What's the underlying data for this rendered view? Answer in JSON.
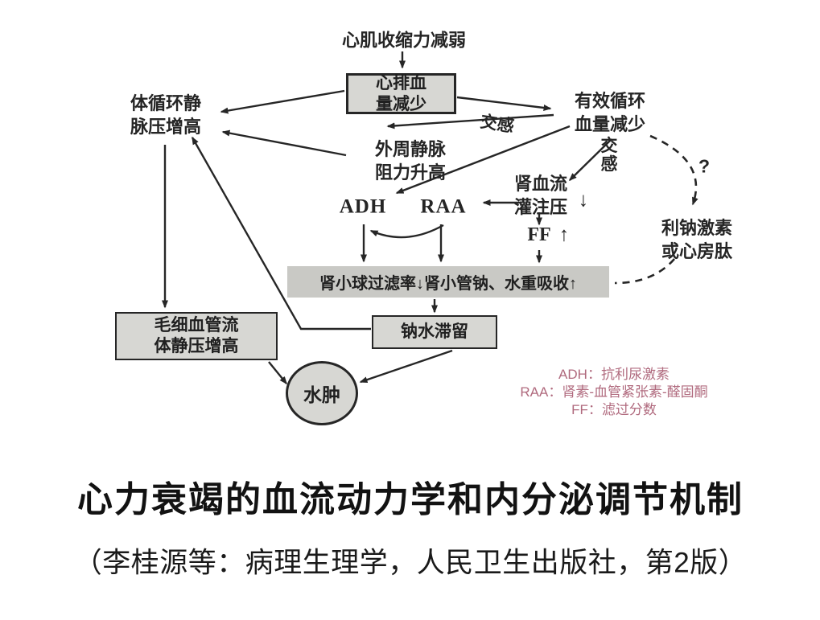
{
  "diagram": {
    "nodes": {
      "myocardial": {
        "text": "心肌收缩力减弱"
      },
      "cardiac_output": {
        "line1": "心排血",
        "line2": "量减少"
      },
      "systemic_venous": {
        "line1": "体循环静",
        "line2": "脉压增高"
      },
      "effective_volume": {
        "line1": "有效循环",
        "line2": "血量减少"
      },
      "peripheral_resistance": {
        "line1": "外周静脉",
        "line2": "阻力升高"
      },
      "renal_flow": {
        "line1": "肾血流",
        "line2": "灌注压",
        "arrow": "↓"
      },
      "adh": {
        "text": "ADH"
      },
      "raa": {
        "text": "RAA"
      },
      "ff": {
        "text": "FF",
        "arrow": "↑"
      },
      "glomerular_bar": {
        "text": "肾小球过滤率↓肾小管钠、水重吸收↑"
      },
      "sodium_water": {
        "text": "钠水滞留"
      },
      "capillary": {
        "line1": "毛细血管流",
        "line2": "体静压增高"
      },
      "edema": {
        "text": "水肿"
      },
      "natriuretic": {
        "line1": "利钠激素",
        "line2": "或心房肽"
      }
    },
    "labels": {
      "sympathetic_upper": "交感",
      "sympathetic_right": "交感",
      "question_mark": "?"
    },
    "legend": {
      "color": "#b06a7e",
      "lines": [
        "ADH：抗利尿激素",
        "RAA：肾素-血管紧张素-醛固酮",
        "FF：滤过分数"
      ]
    },
    "colors": {
      "box_fill": "#d7d7d3",
      "bar_fill": "#c9c9c5",
      "line": "#262626"
    }
  },
  "caption": {
    "title": "心力衰竭的血流动力学和内分泌调节机制",
    "source": "（李桂源等：病理生理学，人民卫生出版社，第2版）"
  }
}
